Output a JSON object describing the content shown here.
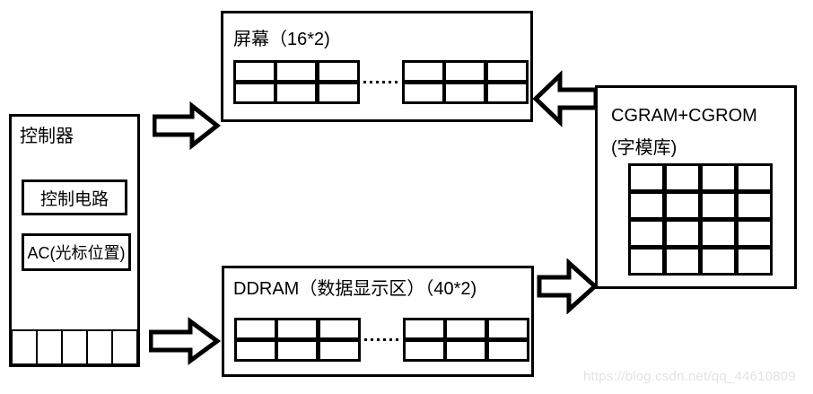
{
  "diagram": {
    "title": "LCD1602 controller / DDRAM / CGRAM block diagram",
    "stroke_color": "#000000",
    "background_color": "#ffffff",
    "watermark": "https://blog.csdn.net/qq_44610809"
  },
  "controller": {
    "label": "控制器",
    "blocks": [
      {
        "label": "控制电路"
      },
      {
        "label": "AC(光标位置)"
      }
    ],
    "bus_cells": 5
  },
  "screen": {
    "label": "屏幕（16*2)",
    "grid_left": {
      "cols": 3,
      "rows": 2
    },
    "grid_right": {
      "cols": 3,
      "rows": 2
    },
    "ellipsis_dots": 6
  },
  "ddram": {
    "label": "DDRAM（数据显示区）（40*2)",
    "grid_left": {
      "cols": 3,
      "rows": 2
    },
    "grid_right": {
      "cols": 3,
      "rows": 2
    },
    "ellipsis_dots": 6
  },
  "cgram": {
    "label_line1": "CGRAM+CGROM",
    "label_line2": "(字模库)",
    "grid": {
      "cols": 4,
      "rows": 4
    }
  },
  "arrows": [
    {
      "name": "controller-to-screen",
      "direction": "right"
    },
    {
      "name": "controller-to-ddram",
      "direction": "right"
    },
    {
      "name": "cgram-to-screen",
      "direction": "left"
    },
    {
      "name": "ddram-to-cgram",
      "direction": "right"
    }
  ]
}
